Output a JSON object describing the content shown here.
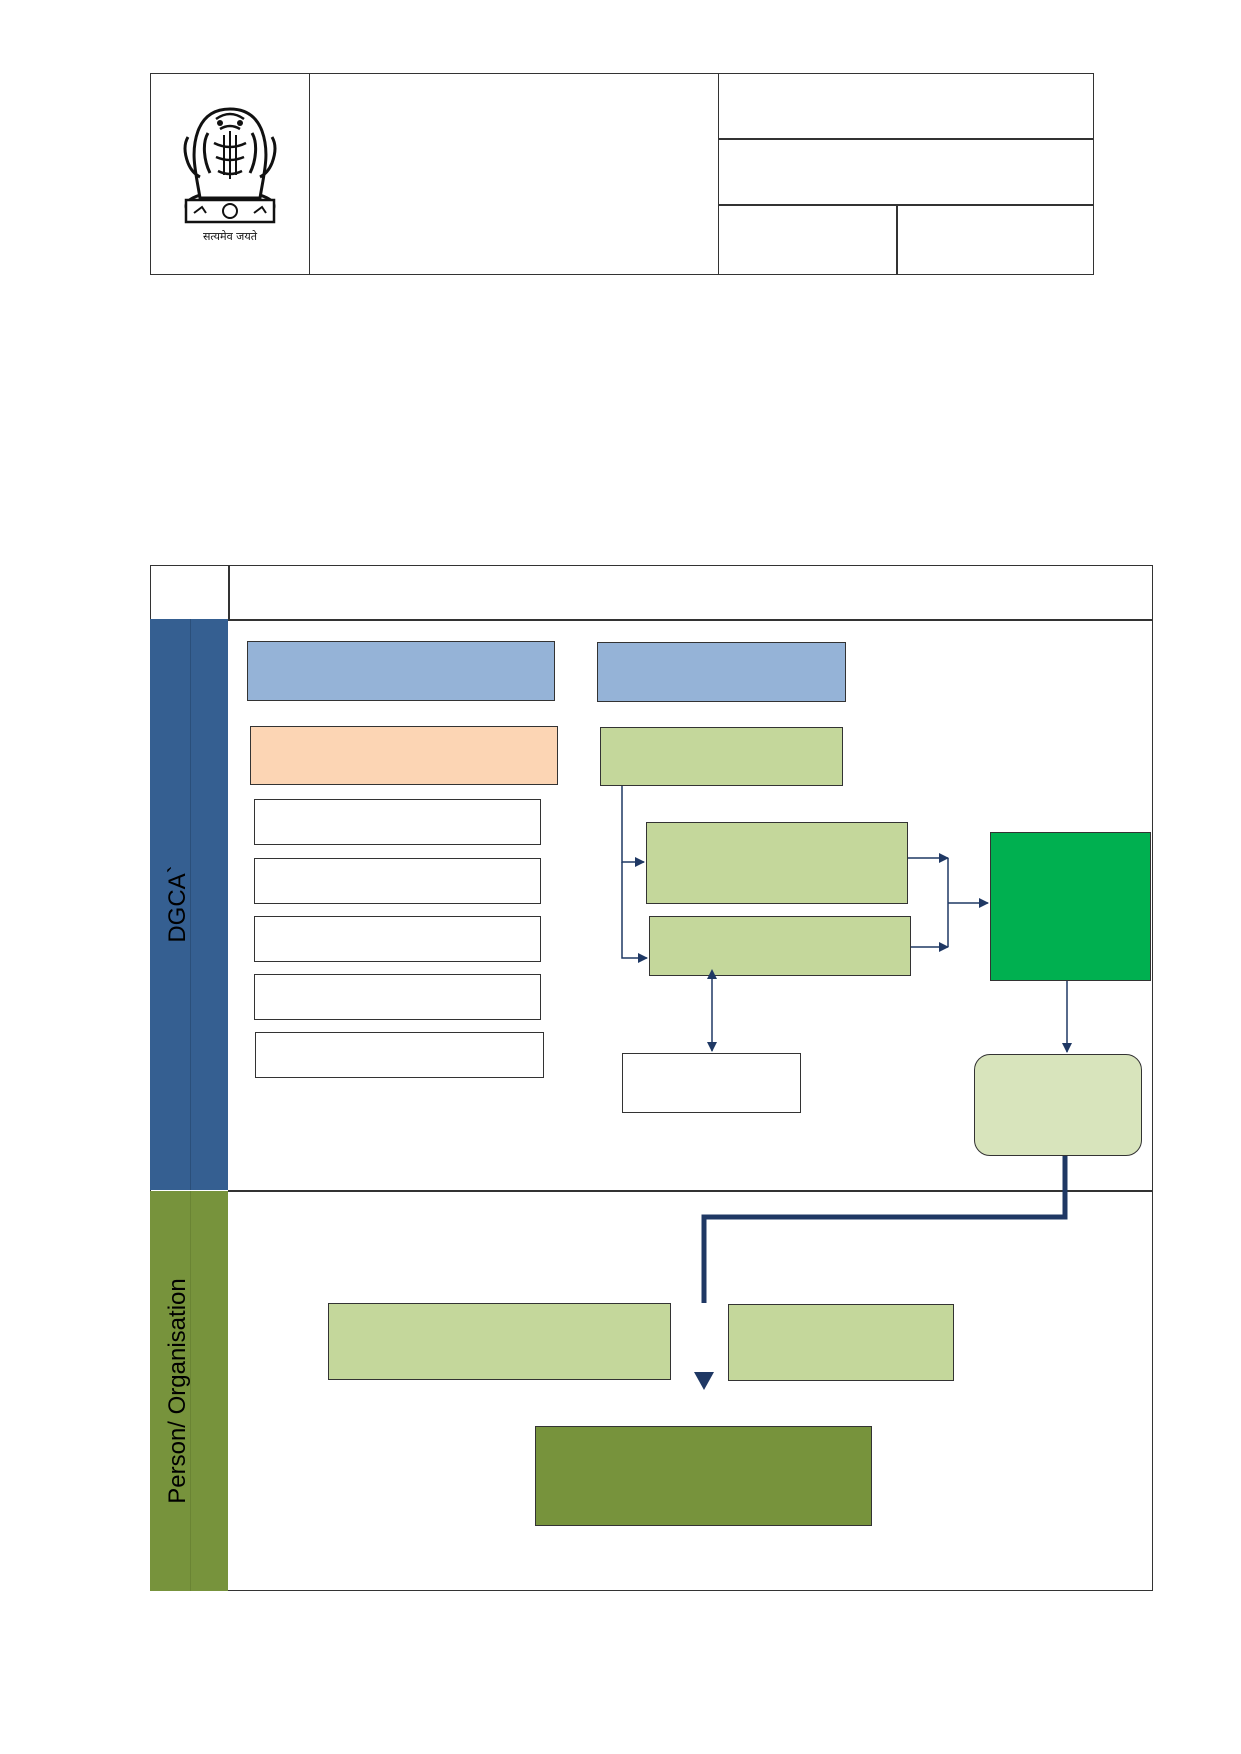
{
  "header": {
    "emblem_icon": "national-emblem-icon",
    "emblem_motto": "सत्यमेव जयते"
  },
  "lanes": {
    "dgca_label": "DGCA`",
    "person_label": "Person/ Organisation"
  },
  "colors": {
    "lane_dgca": "#355f91",
    "lane_person": "#77933c",
    "box_blue": "#95b3d7",
    "box_peach": "#fcd5b4",
    "box_light_green": "#c4d79b",
    "box_green": "#00b050",
    "box_pale_green": "#d8e4bc",
    "box_olive": "#77933c",
    "connector": "#1f3864"
  }
}
